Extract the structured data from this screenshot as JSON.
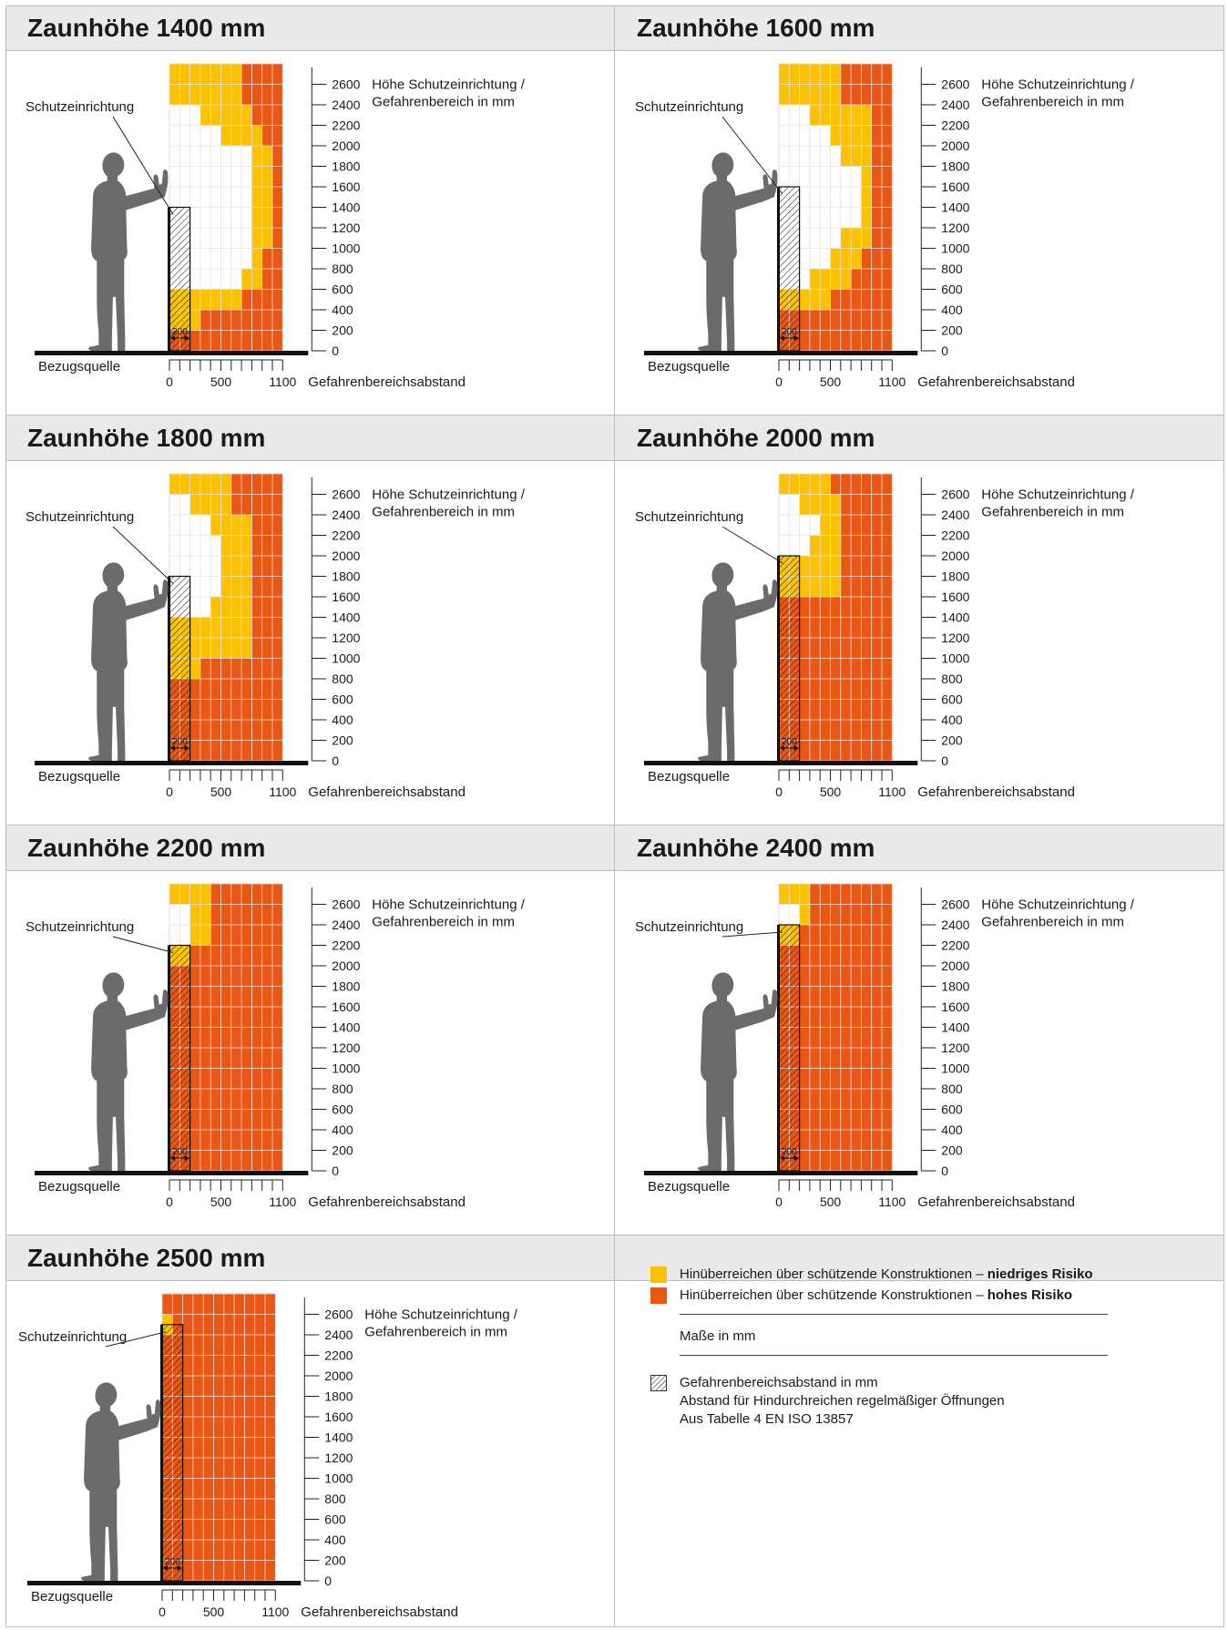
{
  "colors": {
    "low_risk": "#fcc200",
    "high_risk": "#ea5614",
    "figure": "#6b6b6b",
    "grid_line": "#cfcfcf"
  },
  "common_labels": {
    "guard": "Schutzeinrichtung",
    "reference": "Bezugsquelle",
    "y_axis": "Höhe Schutzeinrichtung /\nGefahrenbereich in mm",
    "x_axis": "Gefahrenbereichsabstand",
    "x_ticks": [
      "0",
      "500",
      "1100"
    ],
    "y_ticks": [
      "2600",
      "2400",
      "2200",
      "2000",
      "1800",
      "1600",
      "1400",
      "1200",
      "1000",
      "800",
      "600",
      "400",
      "200",
      "0"
    ],
    "dim_label": "200"
  },
  "chart_data": [
    {
      "type": "heatmap",
      "title": "Zaunhöhe 1400 mm",
      "fence_height_mm": 1400,
      "x_unit_mm": 100,
      "y_unit_mm": 200,
      "xlim": [
        0,
        1100
      ],
      "ylim": [
        0,
        2800
      ],
      "rows_top_to_bottom": [
        "LLLLLLLHHHH",
        "LLLLLLLHHHH",
        "...LLLLLHHH",
        ".....LLLLHH",
        "........LLH",
        "........LLH",
        "........LLH",
        "........LLH",
        "........LLH",
        "........LHH",
        ".......LLHH",
        "LLLLLLLHHHH",
        "LLLHHHHHHHH",
        "HHHHHHHHHHH"
      ]
    },
    {
      "type": "heatmap",
      "title": "Zaunhöhe 1600 mm",
      "fence_height_mm": 1600,
      "x_unit_mm": 100,
      "y_unit_mm": 200,
      "xlim": [
        0,
        1100
      ],
      "ylim": [
        0,
        2800
      ],
      "rows_top_to_bottom": [
        "LLLLLLHHHHH",
        "LLLLLLHHHHH",
        "...LLLLLLHH",
        ".....LLLLHH",
        "......LLLHH",
        "........LHH",
        "........LHH",
        "........LHH",
        "......LLLHH",
        ".....LLLHHH",
        "...LLLLHHHH",
        "LLLLLHHHHHH",
        "HHHHHHHHHHH",
        "HHHHHHHHHHH"
      ]
    },
    {
      "type": "heatmap",
      "title": "Zaunhöhe 1800 mm",
      "fence_height_mm": 1800,
      "x_unit_mm": 100,
      "y_unit_mm": 200,
      "xlim": [
        0,
        1100
      ],
      "ylim": [
        0,
        2800
      ],
      "rows_top_to_bottom": [
        "LLLLLLHHHHH",
        "..LLLLHHHHH",
        "....LLLLHHH",
        ".....LLLHHH",
        ".....LLLHHH",
        ".....LLLHHH",
        "....LLLLHHH",
        "LLLLLLLLHHH",
        "LLLLLLLLHHH",
        "LLLHHHHHHHH",
        "HHHHHHHHHHH",
        "HHHHHHHHHHH",
        "HHHHHHHHHHH",
        "HHHHHHHHHHH"
      ]
    },
    {
      "type": "heatmap",
      "title": "Zaunhöhe 2000 mm",
      "fence_height_mm": 2000,
      "x_unit_mm": 100,
      "y_unit_mm": 200,
      "xlim": [
        0,
        1100
      ],
      "ylim": [
        0,
        2800
      ],
      "rows_top_to_bottom": [
        "LLLLLHHHHHH",
        "..LLLLHHHHH",
        "....LLHHHHH",
        "...LLLHHHHH",
        "LLLLLLHHHHH",
        "LLLLLLHHHHH",
        "HHHHHHHHHHH",
        "HHHHHHHHHHH",
        "HHHHHHHHHHH",
        "HHHHHHHHHHH",
        "HHHHHHHHHHH",
        "HHHHHHHHHHH",
        "HHHHHHHHHHH",
        "HHHHHHHHHHH"
      ]
    },
    {
      "type": "heatmap",
      "title": "Zaunhöhe 2200 mm",
      "fence_height_mm": 2200,
      "x_unit_mm": 100,
      "y_unit_mm": 200,
      "xlim": [
        0,
        1100
      ],
      "ylim": [
        0,
        2800
      ],
      "rows_top_to_bottom": [
        "LLLLHHHHHHH",
        "..LLHHHHHHH",
        "..LLHHHHHHH",
        "LLHHHHHHHHH",
        "HHHHHHHHHHH",
        "HHHHHHHHHHH",
        "HHHHHHHHHHH",
        "HHHHHHHHHHH",
        "HHHHHHHHHHH",
        "HHHHHHHHHHH",
        "HHHHHHHHHHH",
        "HHHHHHHHHHH",
        "HHHHHHHHHHH",
        "HHHHHHHHHHH"
      ]
    },
    {
      "type": "heatmap",
      "title": "Zaunhöhe 2400 mm",
      "fence_height_mm": 2400,
      "x_unit_mm": 100,
      "y_unit_mm": 200,
      "xlim": [
        0,
        1100
      ],
      "ylim": [
        0,
        2800
      ],
      "rows_top_to_bottom": [
        "LLLHHHHHHHH",
        "..LHHHHHHHH",
        "LLHHHHHHHHH",
        "HHHHHHHHHHH",
        "HHHHHHHHHHH",
        "HHHHHHHHHHH",
        "HHHHHHHHHHH",
        "HHHHHHHHHHH",
        "HHHHHHHHHHH",
        "HHHHHHHHHHH",
        "HHHHHHHHHHH",
        "HHHHHHHHHHH",
        "HHHHHHHHHHH",
        "HHHHHHHHHHH"
      ]
    },
    {
      "type": "heatmap",
      "title": "Zaunhöhe 2500 mm",
      "fence_height_mm": 2500,
      "x_unit_mm": 100,
      "y_unit_mm": 200,
      "xlim": [
        0,
        1100
      ],
      "ylim": [
        0,
        2800
      ],
      "rows_top_to_bottom": [
        "HHHHHHHHHHH",
        "LHHHHHHHHHH",
        "HHHHHHHHHHH",
        "HHHHHHHHHHH",
        "HHHHHHHHHHH",
        "HHHHHHHHHHH",
        "HHHHHHHHHHH",
        "HHHHHHHHHHH",
        "HHHHHHHHHHH",
        "HHHHHHHHHHH",
        "HHHHHHHHHHH",
        "HHHHHHHHHHH",
        "HHHHHHHHHHH",
        "HHHHHHHHHHH"
      ]
    }
  ],
  "legend": {
    "low_prefix": "Hinüberreichen über schützende Konstruktionen – ",
    "low_bold": "niedriges Risiko",
    "high_prefix": "Hinüberreichen über schützende Konstruktionen – ",
    "high_bold": "hohes Risiko",
    "units": "Maße in mm",
    "hatch_line1": "Gefahrenbereichsabstand in mm",
    "hatch_line2": "Abstand für Hindurchreichen regelmäßiger Öffnungen",
    "hatch_line3": "Aus Tabelle 4 EN ISO 13857"
  }
}
